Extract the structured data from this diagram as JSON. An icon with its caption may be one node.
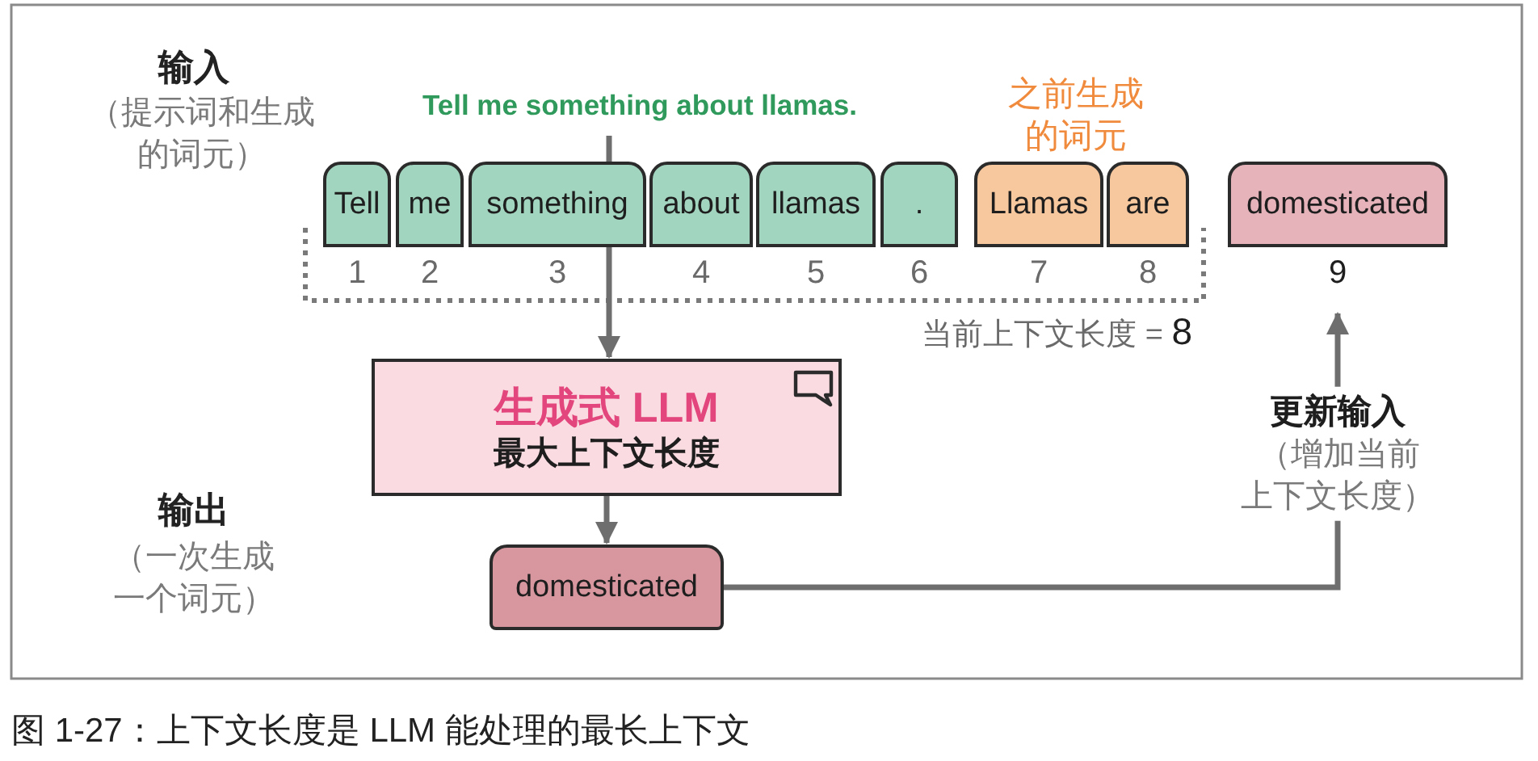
{
  "diagram": {
    "caption": "图 1-27：上下文长度是 LLM 能处理的最长上下文",
    "nodes": [
      {
        "text": [
          "Tell me something about llamas."
        ]
      },
      {
        "text": [
          "Tell"
        ],
        "beside": [
          "1"
        ]
      },
      {
        "text": [
          "me"
        ],
        "beside": [
          "2"
        ]
      },
      {
        "text": [
          "something"
        ],
        "beside": [
          "3"
        ]
      },
      {
        "text": [
          "about"
        ],
        "beside": [
          "4"
        ]
      },
      {
        "text": [
          "llamas"
        ],
        "beside": [
          "5"
        ]
      },
      {
        "text": [
          "."
        ],
        "beside": [
          "6"
        ]
      },
      {
        "text": [
          "Llamas"
        ],
        "beside": [
          "7"
        ]
      },
      {
        "text": [
          "are"
        ],
        "beside": [
          "8"
        ]
      },
      {
        "text": [
          "domesticated"
        ],
        "beside": [
          "9"
        ]
      },
      {
        "text": [
          "生成式 LLM",
          "最大上下文长度"
        ]
      },
      {
        "text": [
          "domesticated"
        ]
      }
    ],
    "edges": [
      {
        "from": 0,
        "to": 3,
        "arrow": "none"
      },
      {
        "from": 3,
        "to": 10,
        "arrow": "to"
      },
      {
        "from": 10,
        "to": 11,
        "arrow": "to"
      },
      {
        "from": 11,
        "to": 9,
        "arrow": "to",
        "label": "**更新输入**（增加当前上下文长度）"
      }
    ],
    "labels": [
      "输入",
      "（提示词和生成的词元）",
      "之前生成的词元",
      "当前上下文长度 = **8**",
      "输出",
      "（一次生成一个词元）"
    ]
  }
}
